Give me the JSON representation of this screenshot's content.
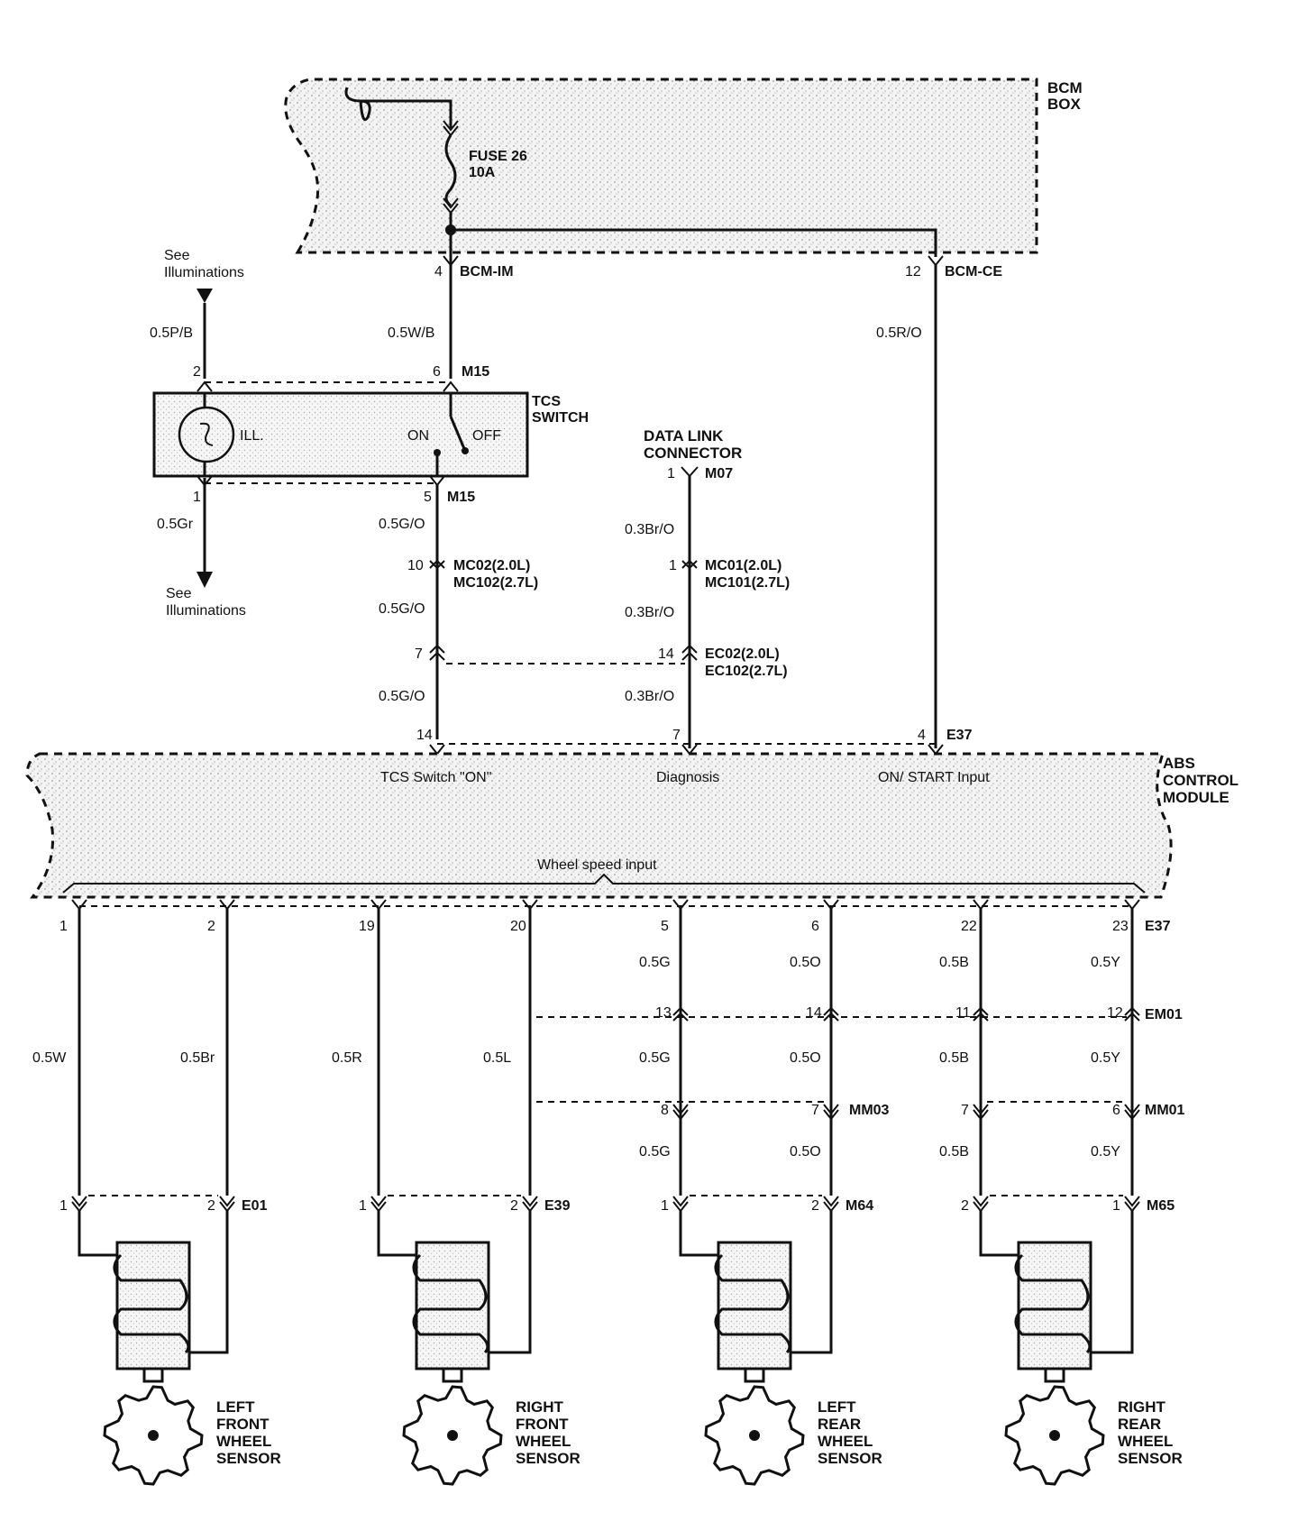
{
  "bcm_box": {
    "line1": "BCM",
    "line2": "BOX"
  },
  "fuse": {
    "name": "FUSE 26",
    "rating": "10A"
  },
  "bcm_pins": {
    "im_pin": "4",
    "im_label": "BCM-IM",
    "ce_pin": "12",
    "ce_label": "BCM-CE"
  },
  "illumination": {
    "top_line1": "See",
    "top_line2": "Illuminations",
    "bottom_line1": "See",
    "bottom_line2": "Illuminations"
  },
  "wires": {
    "p_b": "0.5P/B",
    "w_b": "0.5W/B",
    "r_o": "0.5R/O",
    "gr": "0.5Gr",
    "g_o_1": "0.5G/O",
    "g_o_2": "0.5G/O",
    "g_o_3": "0.5G/O",
    "br_o_1": "0.3Br/O",
    "br_o_2": "0.3Br/O",
    "br_o_3": "0.3Br/O",
    "w": "0.5W",
    "br": "0.5Br",
    "r": "0.5R",
    "l": "0.5L",
    "g_1": "0.5G",
    "g_2": "0.5G",
    "g_3": "0.5G",
    "o_1": "0.5O",
    "o_2": "0.5O",
    "o_3": "0.5O",
    "b_1": "0.5B",
    "b_2": "0.5B",
    "b_3": "0.5B",
    "y_1": "0.5Y",
    "y_2": "0.5Y",
    "y_3": "0.5Y"
  },
  "tcs_switch": {
    "line1": "TCS",
    "line2": "SWITCH",
    "ill": "ILL.",
    "on": "ON",
    "off": "OFF",
    "pin_top_left": "2",
    "pin_top_right": "6",
    "connector_top": "M15",
    "pin_bottom_left": "1",
    "pin_bottom_right": "5",
    "connector_bottom": "M15"
  },
  "data_link": {
    "line1": "DATA LINK",
    "line2": "CONNECTOR",
    "pin": "1",
    "connector": "M07"
  },
  "connectors": {
    "mc02_pin": "10",
    "mc02": "MC02(2.0L)",
    "mc102": "MC102(2.7L)",
    "mc01_pin": "1",
    "mc01": "MC01(2.0L)",
    "mc101": "MC101(2.7L)",
    "ec_left_pin": "7",
    "ec_right_pin": "14",
    "ec02": "EC02(2.0L)",
    "ec102": "EC102(2.7L)"
  },
  "abs_module": {
    "line1": "ABS",
    "line2": "CONTROL",
    "line3": "MODULE",
    "tcs_input": "TCS Switch \"ON\"",
    "diagnosis": "Diagnosis",
    "on_start": "ON/ START Input",
    "wheel_speed": "Wheel speed input",
    "pin_14": "14",
    "pin_7": "7",
    "pin_4": "4",
    "connector_top": "E37",
    "connector_bottom": "E37"
  },
  "module_pins": [
    "1",
    "2",
    "19",
    "20",
    "5",
    "6",
    "22",
    "23"
  ],
  "em01": {
    "pins": [
      "13",
      "14",
      "11",
      "12"
    ],
    "label": "EM01"
  },
  "mm03": {
    "pins": [
      "8",
      "7"
    ],
    "label": "MM03"
  },
  "mm01": {
    "pins": [
      "7",
      "6"
    ],
    "label": "MM01"
  },
  "sensor_connectors": [
    {
      "pins": [
        "1",
        "2"
      ],
      "label": "E01"
    },
    {
      "pins": [
        "1",
        "2"
      ],
      "label": "E39"
    },
    {
      "pins": [
        "1",
        "2"
      ],
      "label": "M64"
    },
    {
      "pins": [
        "2",
        "1"
      ],
      "label": "M65"
    }
  ],
  "sensors": [
    {
      "line1": "LEFT",
      "line2": "FRONT",
      "line3": "WHEEL",
      "line4": "SENSOR"
    },
    {
      "line1": "RIGHT",
      "line2": "FRONT",
      "line3": "WHEEL",
      "line4": "SENSOR"
    },
    {
      "line1": "LEFT",
      "line2": "REAR",
      "line3": "WHEEL",
      "line4": "SENSOR"
    },
    {
      "line1": "RIGHT",
      "line2": "REAR",
      "line3": "WHEEL",
      "line4": "SENSOR"
    }
  ]
}
